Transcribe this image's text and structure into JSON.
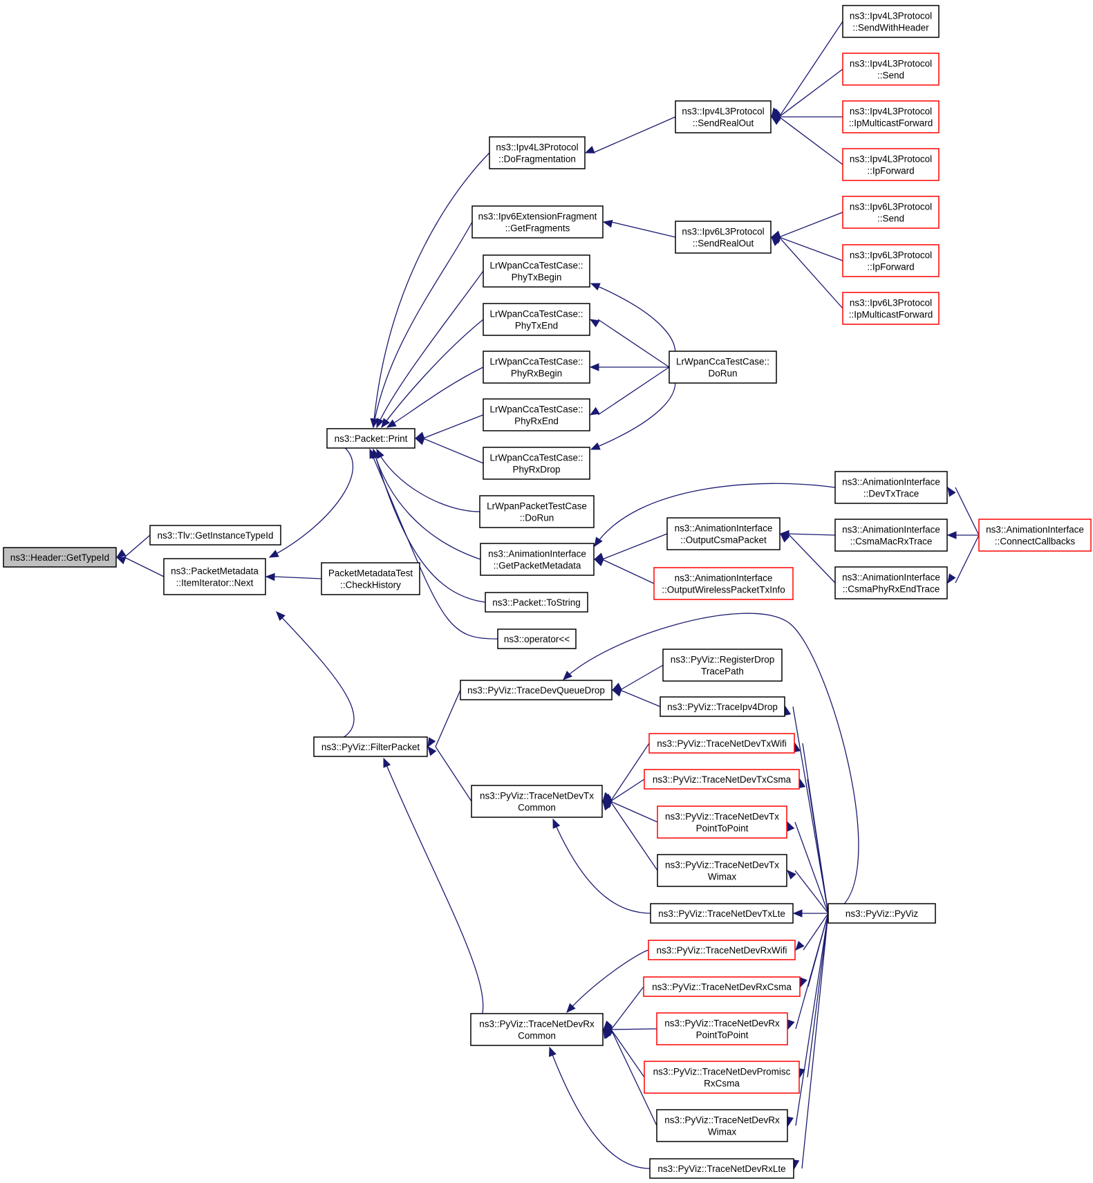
{
  "nodes": {
    "n_header": {
      "lines": [
        "ns3::Header::GetTypeId"
      ],
      "style": "root"
    },
    "n_tlv": {
      "lines": [
        "ns3::Tlv::GetInstanceTypeId"
      ],
      "style": "normal"
    },
    "n_pmnext": {
      "lines": [
        "ns3::PacketMetadata",
        "::ItemIterator::Next"
      ],
      "style": "normal"
    },
    "n_pmtest": {
      "lines": [
        "PacketMetadataTest",
        "::CheckHistory"
      ],
      "style": "normal"
    },
    "n_print": {
      "lines": [
        "ns3::Packet::Print"
      ],
      "style": "normal"
    },
    "n_filter": {
      "lines": [
        "ns3::PyViz::FilterPacket"
      ],
      "style": "normal"
    },
    "n_dofrag": {
      "lines": [
        "ns3::Ipv4L3Protocol",
        "::DoFragmentation"
      ],
      "style": "normal"
    },
    "n_getfrag": {
      "lines": [
        "ns3::Ipv6ExtensionFragment",
        "::GetFragments"
      ],
      "style": "normal"
    },
    "n_phytxbegin": {
      "lines": [
        "LrWpanCcaTestCase::",
        "PhyTxBegin"
      ],
      "style": "normal"
    },
    "n_phytxend": {
      "lines": [
        "LrWpanCcaTestCase::",
        "PhyTxEnd"
      ],
      "style": "normal"
    },
    "n_phyrxbegin": {
      "lines": [
        "LrWpanCcaTestCase::",
        "PhyRxBegin"
      ],
      "style": "normal"
    },
    "n_phyrxend": {
      "lines": [
        "LrWpanCcaTestCase::",
        "PhyRxEnd"
      ],
      "style": "normal"
    },
    "n_phyrxdrop": {
      "lines": [
        "LrWpanCcaTestCase::",
        "PhyRxDrop"
      ],
      "style": "normal"
    },
    "n_lrpkt": {
      "lines": [
        "LrWpanPacketTestCase",
        "::DoRun"
      ],
      "style": "normal"
    },
    "n_getpktmeta": {
      "lines": [
        "ns3::AnimationInterface",
        "::GetPacketMetadata"
      ],
      "style": "normal"
    },
    "n_tostring": {
      "lines": [
        "ns3::Packet::ToString"
      ],
      "style": "normal"
    },
    "n_operator": {
      "lines": [
        "ns3::operator<<"
      ],
      "style": "normal"
    },
    "n_sendrealout4": {
      "lines": [
        "ns3::Ipv4L3Protocol",
        "::SendRealOut"
      ],
      "style": "normal"
    },
    "n_sendwithheader": {
      "lines": [
        "ns3::Ipv4L3Protocol",
        "::SendWithHeader"
      ],
      "style": "normal"
    },
    "n_send4": {
      "lines": [
        "ns3::Ipv4L3Protocol",
        "::Send"
      ],
      "style": "red"
    },
    "n_ipmcast4": {
      "lines": [
        "ns3::Ipv4L3Protocol",
        "::IpMulticastForward"
      ],
      "style": "red"
    },
    "n_ipfwd4": {
      "lines": [
        "ns3::Ipv4L3Protocol",
        "::IpForward"
      ],
      "style": "red"
    },
    "n_sendrealout6": {
      "lines": [
        "ns3::Ipv6L3Protocol",
        "::SendRealOut"
      ],
      "style": "normal"
    },
    "n_send6": {
      "lines": [
        "ns3::Ipv6L3Protocol",
        "::Send"
      ],
      "style": "red"
    },
    "n_ipfwd6": {
      "lines": [
        "ns3::Ipv6L3Protocol",
        "::IpForward"
      ],
      "style": "red"
    },
    "n_ipmcast6": {
      "lines": [
        "ns3::Ipv6L3Protocol",
        "::IpMulticastForward"
      ],
      "style": "red"
    },
    "n_lrccadorun": {
      "lines": [
        "LrWpanCcaTestCase::",
        "DoRun"
      ],
      "style": "normal"
    },
    "n_devtx": {
      "lines": [
        "ns3::AnimationInterface",
        "::DevTxTrace"
      ],
      "style": "normal"
    },
    "n_outcsma": {
      "lines": [
        "ns3::AnimationInterface",
        "::OutputCsmaPacket"
      ],
      "style": "normal"
    },
    "n_outwireless": {
      "lines": [
        "ns3::AnimationInterface",
        "::OutputWirelessPacketTxInfo"
      ],
      "style": "red"
    },
    "n_csmamacrx": {
      "lines": [
        "ns3::AnimationInterface",
        "::CsmaMacRxTrace"
      ],
      "style": "normal"
    },
    "n_csmaphyrx": {
      "lines": [
        "ns3::AnimationInterface",
        "::CsmaPhyRxEndTrace"
      ],
      "style": "normal"
    },
    "n_connect": {
      "lines": [
        "ns3::AnimationInterface",
        "::ConnectCallbacks"
      ],
      "style": "red"
    },
    "n_devqueuedrop": {
      "lines": [
        "ns3::PyViz::TraceDevQueueDrop"
      ],
      "style": "normal"
    },
    "n_registerdrop": {
      "lines": [
        "ns3::PyViz::RegisterDrop",
        "TracePath"
      ],
      "style": "normal"
    },
    "n_ipv4drop": {
      "lines": [
        "ns3::PyViz::TraceIpv4Drop"
      ],
      "style": "normal"
    },
    "n_txcommon": {
      "lines": [
        "ns3::PyViz::TraceNetDevTx",
        "Common"
      ],
      "style": "normal"
    },
    "n_txwifi": {
      "lines": [
        "ns3::PyViz::TraceNetDevTxWifi"
      ],
      "style": "red"
    },
    "n_txcsma": {
      "lines": [
        "ns3::PyViz::TraceNetDevTxCsma"
      ],
      "style": "red"
    },
    "n_txp2p": {
      "lines": [
        "ns3::PyViz::TraceNetDevTx",
        "PointToPoint"
      ],
      "style": "red"
    },
    "n_txwimax": {
      "lines": [
        "ns3::PyViz::TraceNetDevTx",
        "Wimax"
      ],
      "style": "normal"
    },
    "n_txlte": {
      "lines": [
        "ns3::PyViz::TraceNetDevTxLte"
      ],
      "style": "normal"
    },
    "n_pyviz": {
      "lines": [
        "ns3::PyViz::PyViz"
      ],
      "style": "normal"
    },
    "n_rxcommon": {
      "lines": [
        "ns3::PyViz::TraceNetDevRx",
        "Common"
      ],
      "style": "normal"
    },
    "n_rxwifi": {
      "lines": [
        "ns3::PyViz::TraceNetDevRxWifi"
      ],
      "style": "red"
    },
    "n_rxcsma": {
      "lines": [
        "ns3::PyViz::TraceNetDevRxCsma"
      ],
      "style": "red"
    },
    "n_rxp2p": {
      "lines": [
        "ns3::PyViz::TraceNetDevRx",
        "PointToPoint"
      ],
      "style": "red"
    },
    "n_rxpromisc": {
      "lines": [
        "ns3::PyViz::TraceNetDevPromisc",
        "RxCsma"
      ],
      "style": "red"
    },
    "n_rxwimax": {
      "lines": [
        "ns3::PyViz::TraceNetDevRx",
        "Wimax"
      ],
      "style": "normal"
    },
    "n_rxlte": {
      "lines": [
        "ns3::PyViz::TraceNetDevRxLte"
      ],
      "style": "normal"
    }
  },
  "edges": [
    [
      "n_tlv",
      "n_header"
    ],
    [
      "n_pmnext",
      "n_header"
    ],
    [
      "n_print",
      "n_pmnext"
    ],
    [
      "n_pmtest",
      "n_pmnext"
    ],
    [
      "n_filter",
      "n_pmnext"
    ],
    [
      "n_dofrag",
      "n_print"
    ],
    [
      "n_getfrag",
      "n_print"
    ],
    [
      "n_phytxbegin",
      "n_print"
    ],
    [
      "n_phytxend",
      "n_print"
    ],
    [
      "n_phyrxbegin",
      "n_print"
    ],
    [
      "n_phyrxend",
      "n_print"
    ],
    [
      "n_phyrxdrop",
      "n_print"
    ],
    [
      "n_lrpkt",
      "n_print"
    ],
    [
      "n_getpktmeta",
      "n_print"
    ],
    [
      "n_tostring",
      "n_print"
    ],
    [
      "n_operator",
      "n_print"
    ],
    [
      "n_sendrealout4",
      "n_dofrag"
    ],
    [
      "n_sendwithheader",
      "n_sendrealout4"
    ],
    [
      "n_send4",
      "n_sendrealout4"
    ],
    [
      "n_ipmcast4",
      "n_sendrealout4"
    ],
    [
      "n_ipfwd4",
      "n_sendrealout4"
    ],
    [
      "n_sendrealout6",
      "n_getfrag"
    ],
    [
      "n_send6",
      "n_sendrealout6"
    ],
    [
      "n_ipfwd6",
      "n_sendrealout6"
    ],
    [
      "n_ipmcast6",
      "n_sendrealout6"
    ],
    [
      "n_lrccadorun",
      "n_phytxbegin"
    ],
    [
      "n_lrccadorun",
      "n_phytxend"
    ],
    [
      "n_lrccadorun",
      "n_phyrxbegin"
    ],
    [
      "n_lrccadorun",
      "n_phyrxend"
    ],
    [
      "n_lrccadorun",
      "n_phyrxdrop"
    ],
    [
      "n_devtx",
      "n_getpktmeta"
    ],
    [
      "n_outcsma",
      "n_getpktmeta"
    ],
    [
      "n_outwireless",
      "n_getpktmeta"
    ],
    [
      "n_csmamacrx",
      "n_outcsma"
    ],
    [
      "n_csmaphyrx",
      "n_outcsma"
    ],
    [
      "n_connect",
      "n_devtx"
    ],
    [
      "n_connect",
      "n_csmamacrx"
    ],
    [
      "n_connect",
      "n_csmaphyrx"
    ],
    [
      "n_devqueuedrop",
      "n_filter"
    ],
    [
      "n_txcommon",
      "n_filter"
    ],
    [
      "n_rxcommon",
      "n_filter"
    ],
    [
      "n_registerdrop",
      "n_devqueuedrop"
    ],
    [
      "n_ipv4drop",
      "n_devqueuedrop"
    ],
    [
      "n_pyviz",
      "n_devqueuedrop"
    ],
    [
      "n_pyviz",
      "n_ipv4drop"
    ],
    [
      "n_txwifi",
      "n_txcommon"
    ],
    [
      "n_txcsma",
      "n_txcommon"
    ],
    [
      "n_txp2p",
      "n_txcommon"
    ],
    [
      "n_txwimax",
      "n_txcommon"
    ],
    [
      "n_txlte",
      "n_txcommon"
    ],
    [
      "n_pyviz",
      "n_txwifi"
    ],
    [
      "n_pyviz",
      "n_txcsma"
    ],
    [
      "n_pyviz",
      "n_txp2p"
    ],
    [
      "n_pyviz",
      "n_txwimax"
    ],
    [
      "n_pyviz",
      "n_txlte"
    ],
    [
      "n_rxwifi",
      "n_rxcommon"
    ],
    [
      "n_rxcsma",
      "n_rxcommon"
    ],
    [
      "n_rxp2p",
      "n_rxcommon"
    ],
    [
      "n_rxpromisc",
      "n_rxcommon"
    ],
    [
      "n_rxwimax",
      "n_rxcommon"
    ],
    [
      "n_rxlte",
      "n_rxcommon"
    ],
    [
      "n_pyviz",
      "n_rxwifi"
    ],
    [
      "n_pyviz",
      "n_rxcsma"
    ],
    [
      "n_pyviz",
      "n_rxp2p"
    ],
    [
      "n_pyviz",
      "n_rxpromisc"
    ],
    [
      "n_pyviz",
      "n_rxwimax"
    ],
    [
      "n_pyviz",
      "n_rxlte"
    ]
  ],
  "colors": {
    "edge": "#191970",
    "red_border": "#ff0000",
    "root_fill": "#bfbfbf"
  }
}
